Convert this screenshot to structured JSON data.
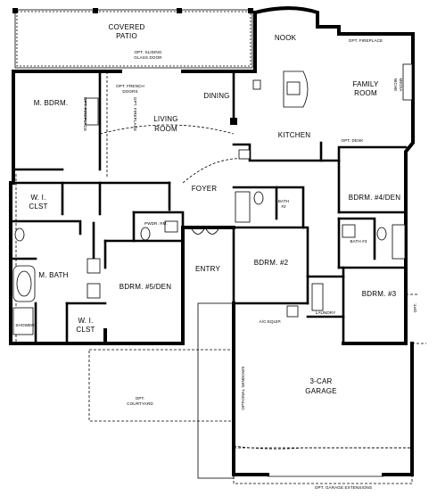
{
  "plan": {
    "rooms": {
      "covered_patio": [
        "COVERED",
        "PATIO"
      ],
      "nook": "NOOK",
      "family_room": [
        "FAMILY",
        "ROOM"
      ],
      "master_bedroom": "M. BDRM.",
      "dining": "DINING",
      "living_room": [
        "LIVING",
        "ROOM"
      ],
      "kitchen": "KITCHEN",
      "foyer": "FOYER",
      "wi_closet_top": [
        "W. I.",
        "CLST"
      ],
      "bedroom_4": "BDRM. #4/DEN",
      "powder_room": "PWDR. RM.",
      "bath_2": [
        "BATH",
        "#2"
      ],
      "bath_3": "BATH #3",
      "master_bath": "M. BATH",
      "bedroom_5": "BDRM. #5/DEN",
      "entry": "ENTRY",
      "bedroom_2": "BDRM. #2",
      "bedroom_3": "BDRM. #3",
      "laundry": "LAUNDRY",
      "wi_closet_bottom": [
        "W. I.",
        "CLST"
      ],
      "garage": [
        "3-CAR",
        "GARAGE"
      ]
    },
    "notes": {
      "sliding_door": [
        "OPT. SLIDING",
        "GLASS DOOR"
      ],
      "french_doors": [
        "OPT. FRENCH",
        "DOORS"
      ],
      "opt_fireplace_living": "OPT. FIREPLACE",
      "opt_fireplace_mbdrm": "OPT. FIREPLACE",
      "opt_fireplace_family": "OPT. FIREPLACE",
      "media_niche": [
        "MEDIA",
        "NICHE"
      ],
      "opt_desk": "OPT. DESK",
      "shower": "SHOWER",
      "ac_equip": "A/C EQUIP.",
      "opt_courtyard": [
        "OPT.",
        "COURTYARD"
      ],
      "optional_windows": "OPTIONAL WINDOWS",
      "opt_garage_extensions": "OPT. GARAGE EXTENSIONS",
      "opt": "OPT."
    }
  }
}
